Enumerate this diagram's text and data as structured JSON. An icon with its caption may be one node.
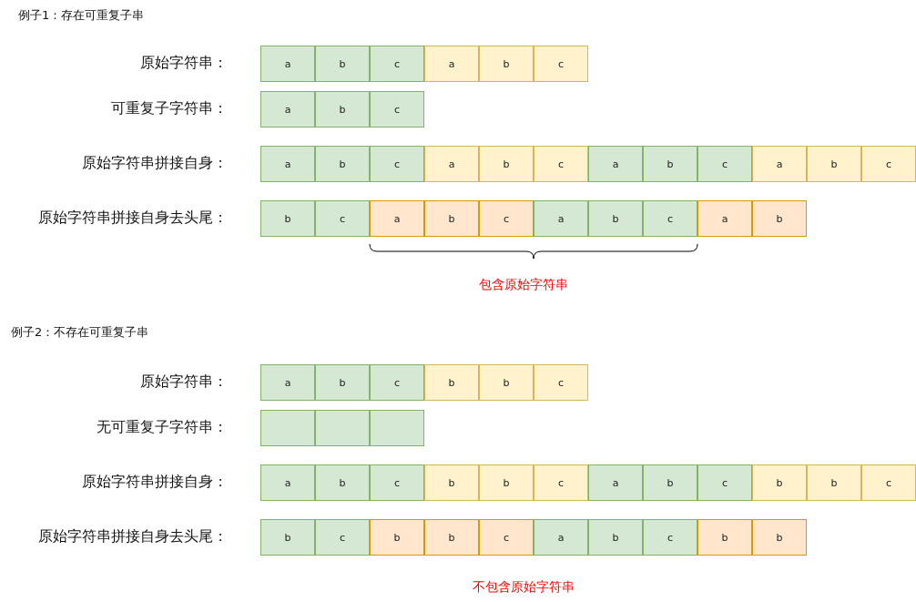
{
  "diagram": {
    "nodes": [
      {
        "text": [
          "a"
        ]
      },
      {
        "text": [
          "b"
        ]
      },
      {
        "text": [
          "c"
        ]
      },
      {
        "text": [
          "a"
        ]
      },
      {
        "text": [
          "b"
        ]
      },
      {
        "text": [
          "c"
        ]
      },
      {
        "text": [
          "a"
        ]
      },
      {
        "text": [
          "b"
        ]
      },
      {
        "text": [
          "c"
        ]
      },
      {
        "text": [
          "a"
        ]
      },
      {
        "text": [
          "b"
        ]
      },
      {
        "text": [
          "c"
        ]
      },
      {
        "text": [
          "a"
        ]
      },
      {
        "text": [
          "b"
        ]
      },
      {
        "text": [
          "c"
        ]
      },
      {
        "text": [
          "a"
        ]
      },
      {
        "text": [
          "b"
        ]
      },
      {
        "text": [
          "c"
        ]
      },
      {
        "text": [
          "a"
        ]
      },
      {
        "text": [
          "b"
        ]
      },
      {
        "text": [
          "c"
        ]
      },
      {
        "text": [
          "b"
        ]
      },
      {
        "text": [
          "c"
        ]
      },
      {
        "text": [
          "a"
        ]
      },
      {
        "text": [
          "b"
        ]
      },
      {
        "text": [
          "c"
        ]
      },
      {
        "text": [
          "a"
        ]
      },
      {
        "text": [
          "b"
        ]
      },
      {
        "text": [
          "c"
        ]
      },
      {
        "text": [
          "a"
        ]
      },
      {
        "text": [
          "b"
        ]
      },
      {
        "text": [
          "a"
        ]
      },
      {
        "text": [
          "b"
        ]
      },
      {
        "text": [
          "c"
        ]
      },
      {
        "text": [
          "b"
        ]
      },
      {
        "text": [
          "b"
        ]
      },
      {
        "text": [
          "c"
        ]
      },
      {
        "text": [],
        "shape": "box"
      },
      {
        "text": [],
        "shape": "box"
      },
      {
        "text": [],
        "shape": "box"
      },
      {
        "text": [
          "a"
        ]
      },
      {
        "text": [
          "b"
        ]
      },
      {
        "text": [
          "c"
        ]
      },
      {
        "text": [
          "b"
        ]
      },
      {
        "text": [
          "b"
        ]
      },
      {
        "text": [
          "c"
        ]
      },
      {
        "text": [
          "a"
        ]
      },
      {
        "text": [
          "b"
        ]
      },
      {
        "text": [
          "c"
        ]
      },
      {
        "text": [
          "b"
        ]
      },
      {
        "text": [
          "b"
        ]
      },
      {
        "text": [
          "c"
        ]
      },
      {
        "text": [
          "b"
        ]
      },
      {
        "text": [
          "c"
        ]
      },
      {
        "text": [
          "b"
        ]
      },
      {
        "text": [
          "b"
        ]
      },
      {
        "text": [
          "c"
        ]
      },
      {
        "text": [
          "a"
        ]
      },
      {
        "text": [
          "b"
        ]
      },
      {
        "text": [
          "c"
        ]
      },
      {
        "text": [
          "b"
        ]
      },
      {
        "text": [
          "b"
        ]
      }
    ],
    "labels": [
      "例子1：存在可重复子串",
      "原始字符串：",
      "可重复子字符串：",
      "原始字符串拼接自身：",
      "原始字符串拼接自身去头尾：",
      "包含原始字符串",
      "例子2：不存在可重复子串",
      "原始字符串：",
      "无可重复子字符串：",
      "原始字符串拼接自身：",
      "原始字符串拼接自身去头尾：",
      "不包含原始字符串"
    ]
  }
}
